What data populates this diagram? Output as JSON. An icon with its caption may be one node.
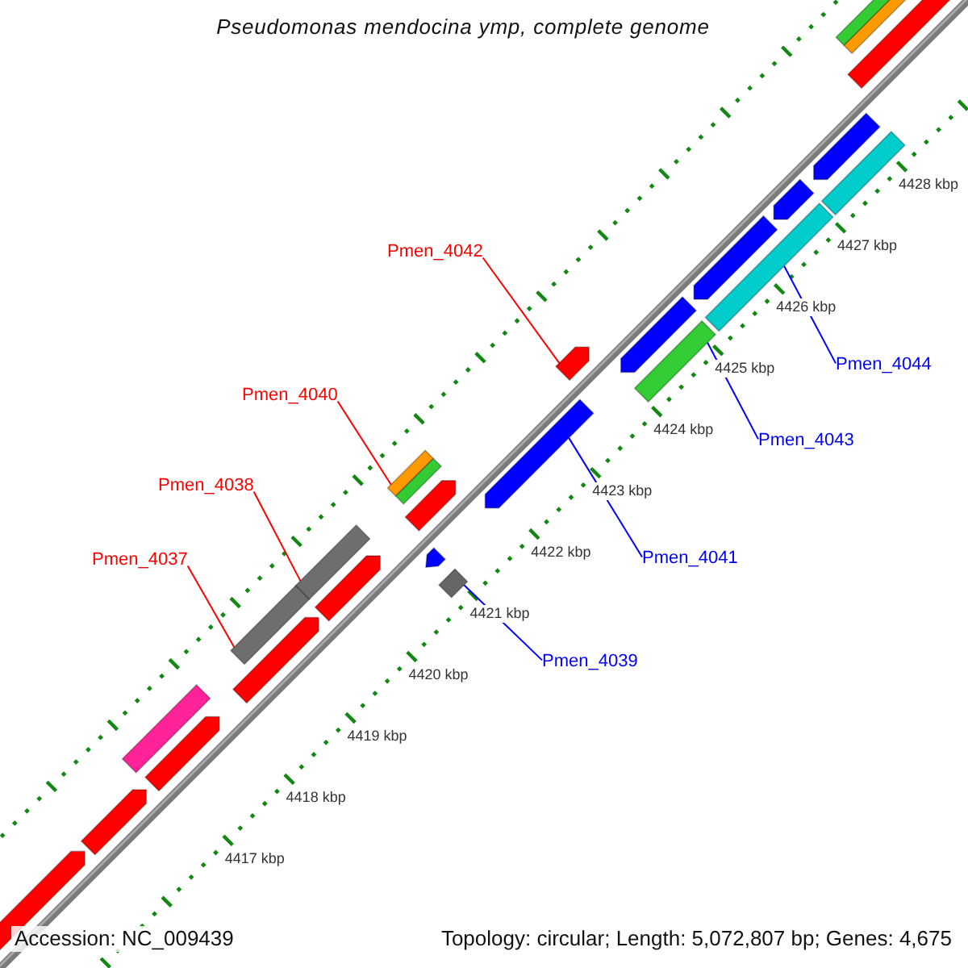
{
  "diagram": {
    "title": "Pseudomonas mendocina ymp, complete genome",
    "nodes": [
      {
        "text": [
          "Pmen_4042"
        ]
      },
      {
        "text": [
          "Pmen_4040"
        ]
      },
      {
        "text": [
          "Pmen_4038"
        ]
      },
      {
        "text": [
          "Pmen_4037"
        ]
      },
      {
        "text": [
          "Pmen_4044"
        ]
      },
      {
        "text": [
          "Pmen_4043"
        ]
      },
      {
        "text": [
          "Pmen_4041"
        ]
      },
      {
        "text": [
          "Pmen_4039"
        ]
      },
      {
        "text": [],
        "shape": "bar"
      },
      {
        "text": [],
        "shape": "bar"
      },
      {
        "text": [],
        "shape": "bar"
      },
      {
        "text": [],
        "shape": "bar"
      },
      {
        "text": [],
        "shape": "pentagon"
      },
      {
        "text": [],
        "shape": "pentagon"
      },
      {
        "text": [],
        "shape": "bar"
      },
      {
        "text": [],
        "shape": "bar"
      }
    ],
    "edges": [
      {
        "from": 0,
        "to": 13,
        "arrow": "none",
        "color": "#ff0000"
      },
      {
        "from": 1,
        "to": 10,
        "arrow": "none",
        "color": "#ff0000"
      },
      {
        "from": 2,
        "to": 9,
        "arrow": "none",
        "color": "#ff0000"
      },
      {
        "from": 3,
        "to": 8,
        "arrow": "none",
        "color": "#ff0000"
      },
      {
        "from": 4,
        "to": 15,
        "arrow": "none",
        "color": "#0000ff"
      },
      {
        "from": 5,
        "to": 14,
        "arrow": "none",
        "color": "#0000ff"
      },
      {
        "from": 6,
        "to": 12,
        "arrow": "none",
        "color": "#0000ff"
      },
      {
        "from": 7,
        "to": 11,
        "arrow": "none",
        "color": "#0000ff"
      }
    ],
    "labels": [
      "4428 kbp",
      "4427 kbp",
      "4426 kbp",
      "4425 kbp",
      "4424 kbp",
      "4423 kbp",
      "4422 kbp",
      "4421 kbp",
      "4420 kbp",
      "4419 kbp",
      "4418 kbp",
      "4417 kbp",
      "Accession: NC_009439",
      "Topology: circular; Length: 5,072,807 bp; Genes: 4,675"
    ]
  }
}
